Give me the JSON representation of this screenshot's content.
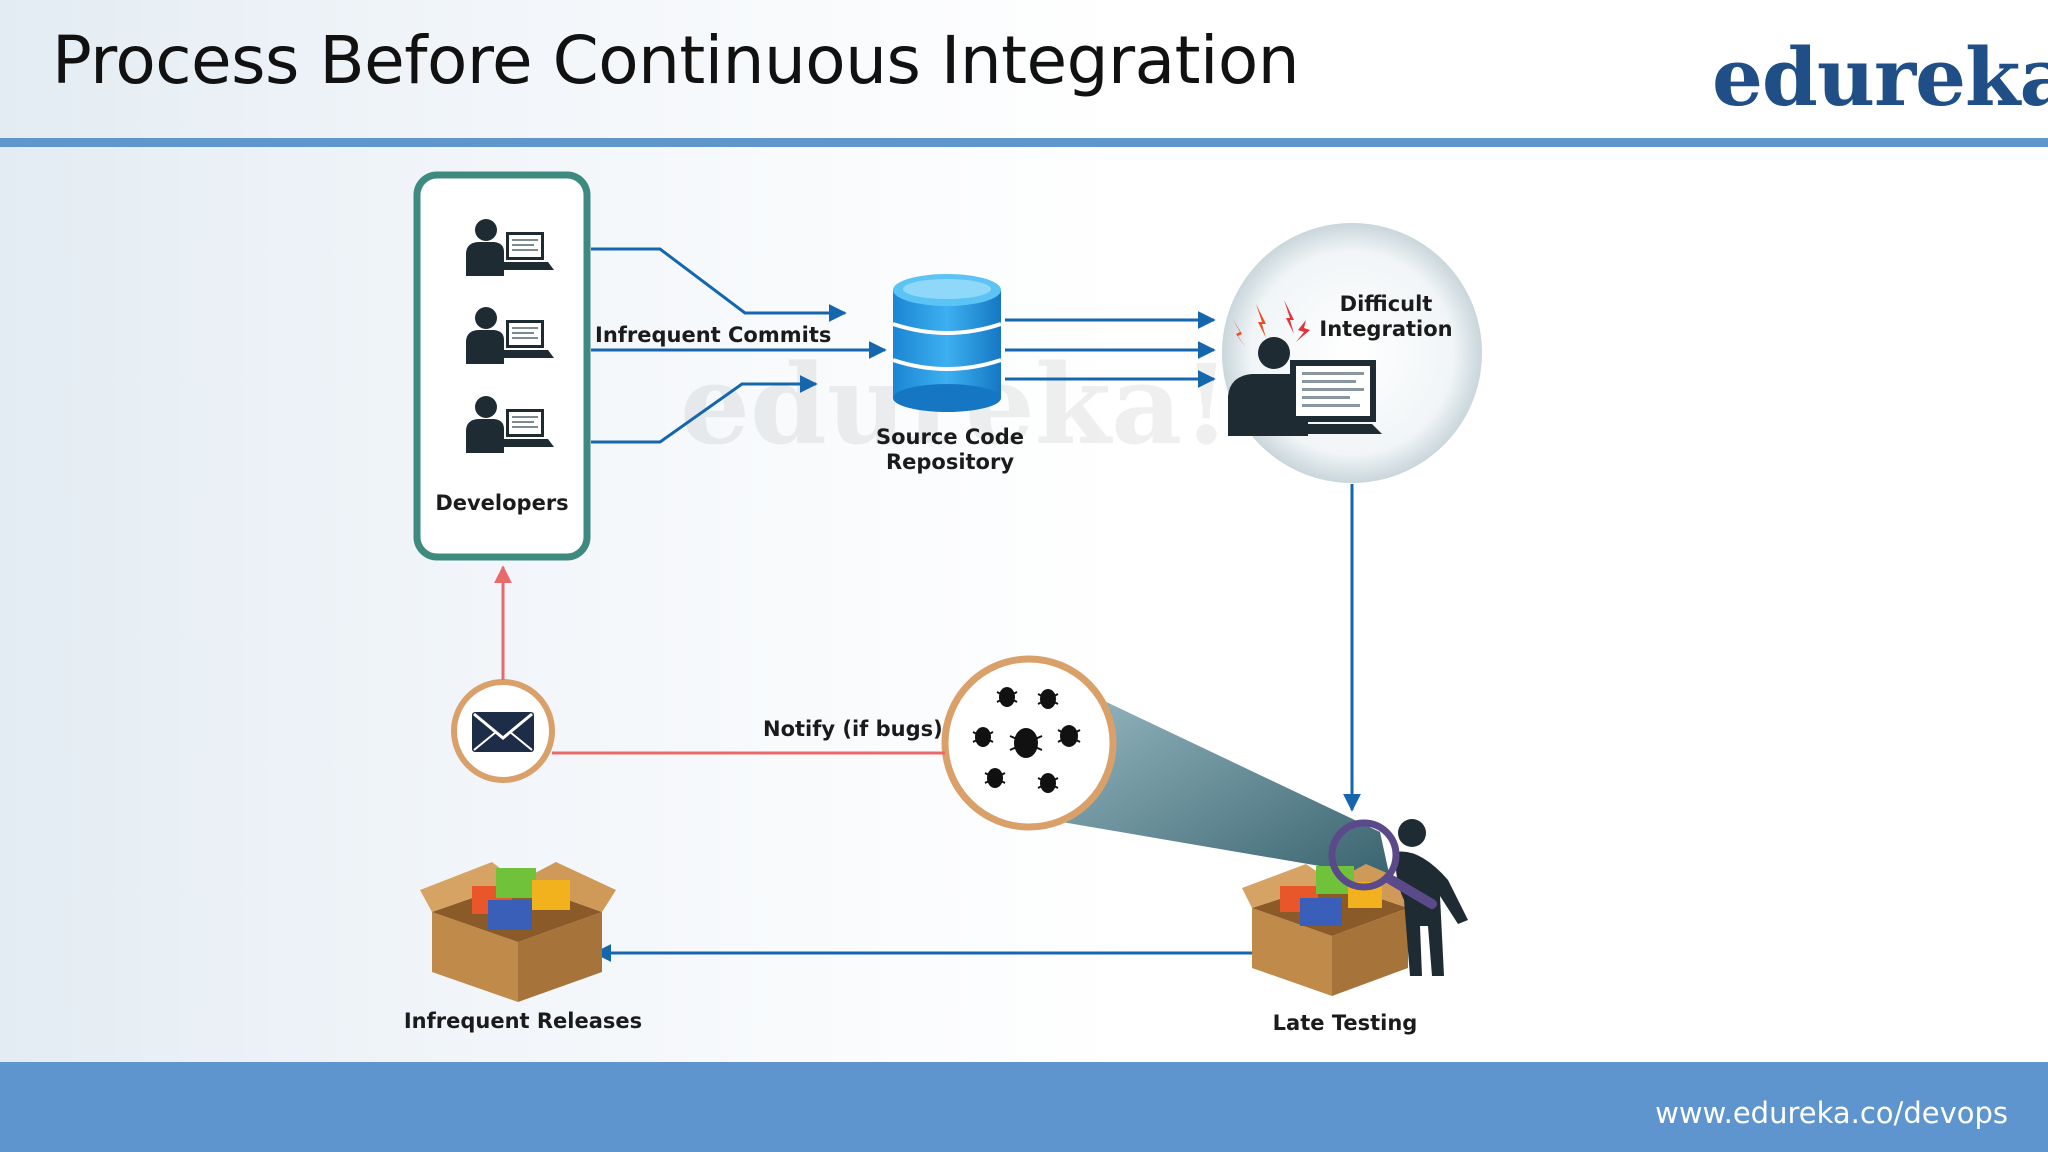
{
  "slide": {
    "title": "Process Before Continuous Integration",
    "logo": "edureka!",
    "watermark": "edureka!",
    "footer_url": "www.edureka.co/devops"
  },
  "diagram": {
    "developers": "Developers",
    "commits": "Infrequent Commits",
    "repo_line1": "Source Code",
    "repo_line2": "Repository",
    "integration_line1": "Difficult",
    "integration_line2": "Integration",
    "notify": "Notify (if bugs)",
    "releases": "Infrequent Releases",
    "testing": "Late Testing"
  },
  "colors": {
    "accent_blue": "#5f96cc",
    "arrow_blue": "#1566ad",
    "notify_red": "#e86a6a",
    "developer_box": "#3f8a7e",
    "logo_blue": "#1f4f86"
  },
  "icons": [
    "developer-icon",
    "database-icon",
    "frustrated-developer-icon",
    "envelope-icon",
    "bugs-icon",
    "package-icon",
    "tester-icon",
    "magnifier-icon"
  ]
}
